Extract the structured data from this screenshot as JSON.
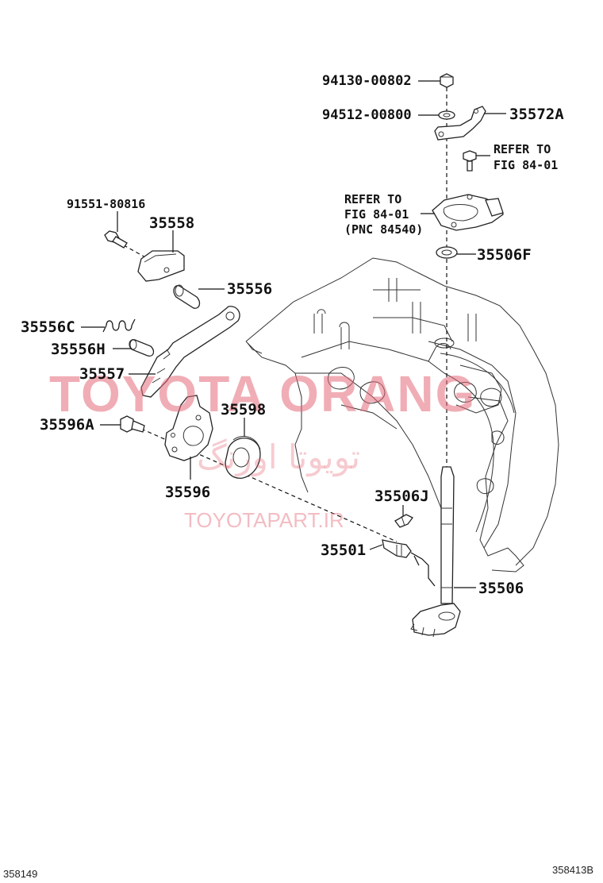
{
  "diagram": {
    "labels": {
      "p94130": "94130-00802",
      "p94512": "94512-00800",
      "p35572A": "35572A",
      "refer1a": "REFER TO",
      "refer1b": "FIG 84-01",
      "refer2a": "REFER TO",
      "refer2b": "FIG 84-01",
      "refer2c": "(PNC 84540)",
      "p35506F": "35506F",
      "p91551": "91551-80816",
      "p35558": "35558",
      "p35556": "35556",
      "p35556C": "35556C",
      "p35556H": "35556H",
      "p35557": "35557",
      "p35598": "35598",
      "p35596A": "35596A",
      "p35596": "35596",
      "p35506J": "35506J",
      "p35501": "35501",
      "p35506": "35506"
    },
    "corner_left": "358149",
    "corner_right": "358413B"
  },
  "watermark": {
    "line1": "TOYOTA ORANG",
    "line2": "تویوتا اورنگ",
    "line3": "TOYOTAPART.IR",
    "color": "#e46a78"
  }
}
